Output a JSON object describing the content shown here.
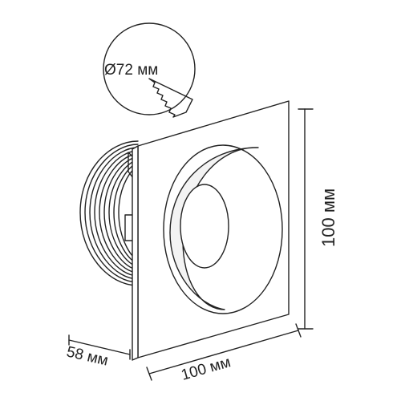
{
  "dimensions": {
    "cutout_diameter": "Ø72 мм",
    "height": "100 мм",
    "width": "100 мм",
    "depth": "58 мм"
  },
  "colors": {
    "stroke": "#222222",
    "background": "#ffffff",
    "recess_fill": "#f3f3f3"
  },
  "icons": {
    "cutout": "saw-blade-icon"
  }
}
